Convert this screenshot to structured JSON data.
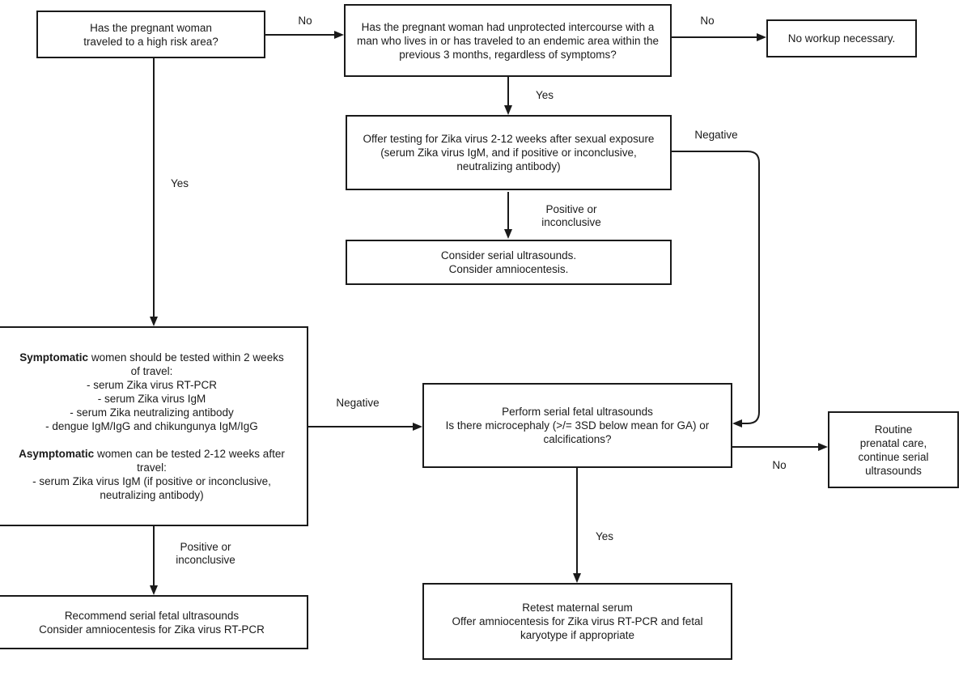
{
  "nodes": {
    "travel_question": {
      "lines": [
        "Has the pregnant woman",
        "traveled to a high risk area?"
      ]
    },
    "intercourse_question": {
      "lines": [
        "Has the pregnant woman had unprotected intercourse with a",
        "man who lives in or has traveled to an endemic area within the",
        "previous 3 months, regardless of symptoms?"
      ]
    },
    "no_workup": {
      "lines": [
        "No workup necessary."
      ]
    },
    "offer_testing": {
      "lines": [
        "Offer testing for Zika virus 2-12 weeks after sexual exposure",
        "(serum Zika virus IgM, and if positive or inconclusive,",
        "neutralizing antibody)"
      ]
    },
    "consider_ultrasounds": {
      "lines": [
        "Consider serial ultrasounds.",
        "Consider amniocentesis."
      ]
    },
    "testing_by_symptoms": {
      "symptomatic_bold": "Symptomatic",
      "symptomatic_rest": " women should be tested within 2 weeks",
      "symptomatic_line2": "of travel:",
      "symptomatic_bullets": [
        "- serum Zika virus RT-PCR",
        "- serum Zika virus IgM",
        "- serum Zika neutralizing antibody",
        "- dengue IgM/IgG and chikungunya IgM/IgG"
      ],
      "asymptomatic_bold": "Asymptomatic",
      "asymptomatic_rest": " women can be tested 2-12 weeks after",
      "asymptomatic_line2": "travel:",
      "asymptomatic_bullets": [
        "- serum Zika virus IgM (if positive or inconclusive,",
        "neutralizing antibody)"
      ]
    },
    "perform_ultrasounds": {
      "lines": [
        "Perform serial fetal ultrasounds",
        "Is there microcephaly (>/= 3SD below mean for GA) or",
        "calcifications?"
      ]
    },
    "routine_care": {
      "lines": [
        "Routine",
        "prenatal care,",
        "continue serial",
        "ultrasounds"
      ]
    },
    "retest_serum": {
      "lines": [
        "Retest maternal serum",
        "Offer amniocentesis for Zika virus RT-PCR and fetal",
        "karyotype if appropriate"
      ]
    },
    "recommend_ultrasounds": {
      "lines": [
        "Recommend serial fetal ultrasounds",
        "Consider amniocentesis for Zika virus RT-PCR"
      ]
    }
  },
  "edge_labels": {
    "travel_no": "No",
    "intercourse_no": "No",
    "intercourse_yes": "Yes",
    "testing_positive": [
      "Positive or",
      "inconclusive"
    ],
    "travel_yes": "Yes",
    "symptomatic_negative": "Negative",
    "testing_negative": "Negative",
    "ultrasound_no": "No",
    "ultrasound_yes": "Yes",
    "symptomatic_positive": [
      "Positive or",
      "inconclusive"
    ]
  },
  "colors": {
    "line": "#1a1a1a",
    "text": "#1a1a1a",
    "background": "#ffffff"
  }
}
